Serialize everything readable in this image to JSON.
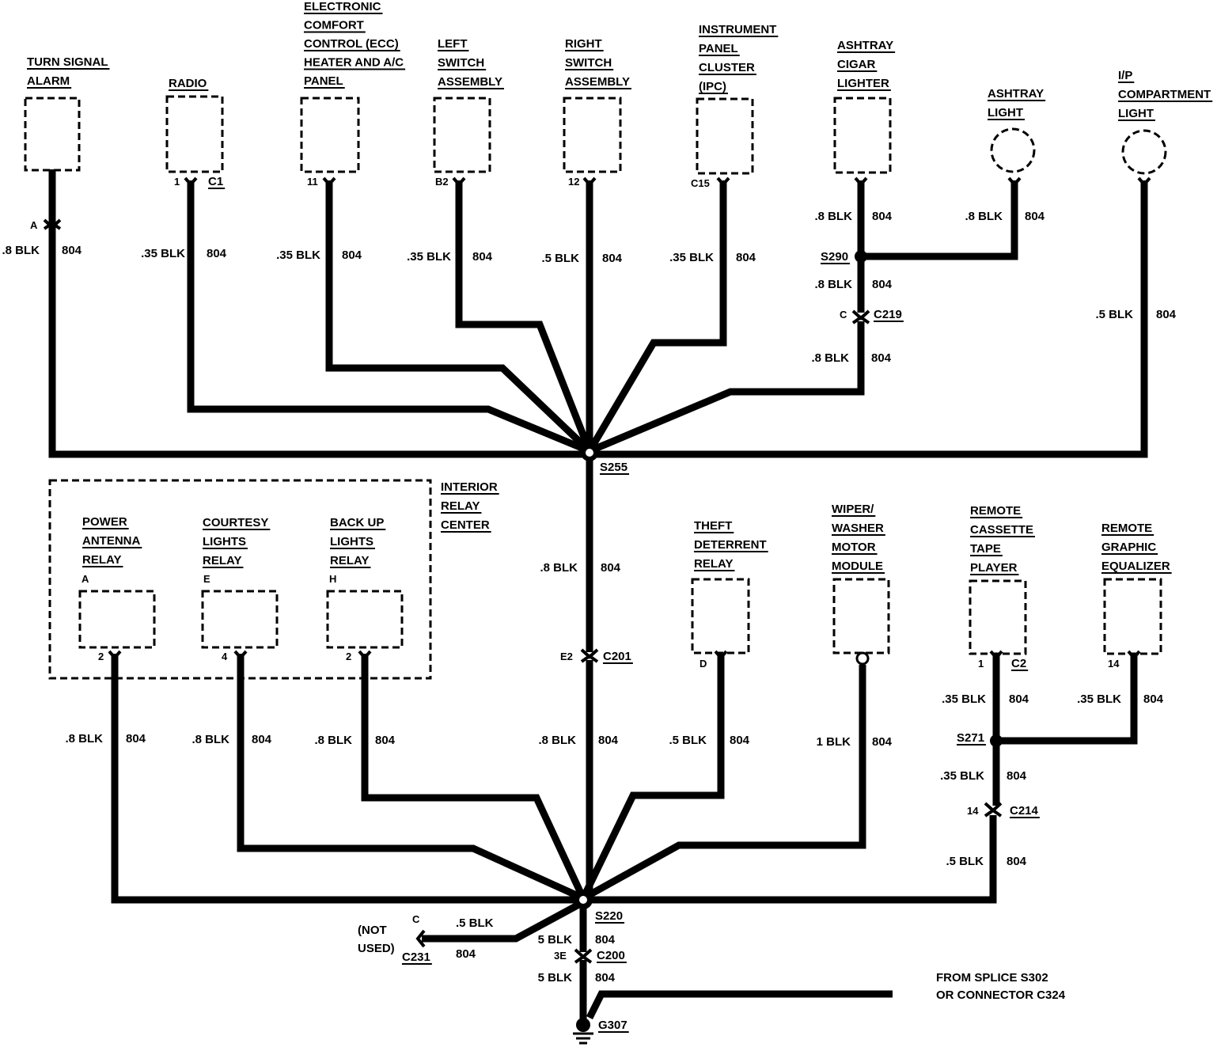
{
  "components": {
    "turn_signal_alarm": [
      "TURN SIGNAL",
      "ALARM"
    ],
    "radio": [
      "RADIO"
    ],
    "ecc_panel": [
      "ELECTRONIC",
      "COMFORT",
      "CONTROL (ECC)",
      "HEATER AND A/C",
      "PANEL"
    ],
    "left_switch": [
      "LEFT",
      "SWITCH",
      "ASSEMBLY"
    ],
    "right_switch": [
      "RIGHT",
      "SWITCH",
      "ASSEMBLY"
    ],
    "ipc": [
      "INSTRUMENT",
      "PANEL",
      "CLUSTER",
      "(IPC)"
    ],
    "ashtray_cigar_lighter": [
      "ASHTRAY",
      "CIGAR",
      "LIGHTER"
    ],
    "ashtray_light": [
      "ASHTRAY",
      "LIGHT"
    ],
    "ip_compartment_light": [
      "I/P",
      "COMPARTMENT",
      "LIGHT"
    ],
    "interior_relay_center": [
      "INTERIOR",
      "RELAY",
      "CENTER"
    ],
    "power_antenna_relay": [
      "POWER",
      "ANTENNA",
      "RELAY"
    ],
    "courtesy_lights_relay": [
      "COURTESY",
      "LIGHTS",
      "RELAY"
    ],
    "back_up_lights_relay": [
      "BACK UP",
      "LIGHTS",
      "RELAY"
    ],
    "theft_deterrent_relay": [
      "THEFT",
      "DETERRENT",
      "RELAY"
    ],
    "wiper_washer_module": [
      "WIPER/",
      "WASHER",
      "MOTOR",
      "MODULE"
    ],
    "remote_cassette": [
      "REMOTE",
      "CASSETTE",
      "TAPE",
      "PLAYER"
    ],
    "remote_equalizer": [
      "REMOTE",
      "GRAPHIC",
      "EQUALIZER"
    ],
    "not_used": [
      "(NOT",
      "USED)"
    ],
    "from_splice": [
      "FROM SPLICE S302",
      "OR CONNECTOR C324"
    ]
  },
  "pins": {
    "turn_signal": "A",
    "radio": "1",
    "radio_conn": "C1",
    "ecc": "11",
    "left": "B2",
    "right": "12",
    "ipc": "C15",
    "pa_relay_letter": "A",
    "cl_relay_letter": "E",
    "bu_relay_letter": "H",
    "pa_relay": "2",
    "cl_relay": "4",
    "bu_relay": "2",
    "theft": "D",
    "cassette": "1",
    "cassette_conn": "C2",
    "equalizer": "14",
    "c219_pin": "C",
    "c201_pin": "E2",
    "c214_pin": "14",
    "c231_pin": "C",
    "c200_pin": "3E"
  },
  "splices": {
    "s255": "S255",
    "s290": "S290",
    "s220": "S220",
    "s271": "S271"
  },
  "connectors": {
    "c219": "C219",
    "c201": "C201",
    "c214": "C214",
    "c231": "C231",
    "c200": "C200"
  },
  "ground": "G307",
  "wires": {
    "w_turn": {
      "gauge": ".8 BLK",
      "circuit": "804"
    },
    "w_radio": {
      "gauge": ".35 BLK",
      "circuit": "804"
    },
    "w_ecc": {
      "gauge": ".35 BLK",
      "circuit": "804"
    },
    "w_left": {
      "gauge": ".35 BLK",
      "circuit": "804"
    },
    "w_right": {
      "gauge": ".5 BLK",
      "circuit": "804"
    },
    "w_ipc": {
      "gauge": ".35 BLK",
      "circuit": "804"
    },
    "w_cigar": {
      "gauge": ".8 BLK",
      "circuit": "804"
    },
    "w_ashlight": {
      "gauge": ".8 BLK",
      "circuit": "804"
    },
    "w_s290_c219": {
      "gauge": ".8 BLK",
      "circuit": "804"
    },
    "w_c219_down": {
      "gauge": ".8 BLK",
      "circuit": "804"
    },
    "w_ipcomp": {
      "gauge": ".5 BLK",
      "circuit": "804"
    },
    "w_s255_c201": {
      "gauge": ".8 BLK",
      "circuit": "804"
    },
    "w_c201_s220": {
      "gauge": ".8 BLK",
      "circuit": "804"
    },
    "w_pa": {
      "gauge": ".8 BLK",
      "circuit": "804"
    },
    "w_cl": {
      "gauge": ".8 BLK",
      "circuit": "804"
    },
    "w_bu": {
      "gauge": ".8 BLK",
      "circuit": "804"
    },
    "w_theft": {
      "gauge": ".5 BLK",
      "circuit": "804"
    },
    "w_wiper": {
      "gauge": "1 BLK",
      "circuit": "804"
    },
    "w_cassette": {
      "gauge": ".35 BLK",
      "circuit": "804"
    },
    "w_equalizer": {
      "gauge": ".35 BLK",
      "circuit": "804"
    },
    "w_s271_c214": {
      "gauge": ".35 BLK",
      "circuit": "804"
    },
    "w_c214_down": {
      "gauge": ".5 BLK",
      "circuit": "804"
    },
    "w_c231": {
      "gauge": ".5 BLK",
      "circuit": "804"
    },
    "w_s220_c200": {
      "gauge": "5 BLK",
      "circuit": "804"
    },
    "w_c200_g307": {
      "gauge": "5 BLK",
      "circuit": "804"
    }
  }
}
